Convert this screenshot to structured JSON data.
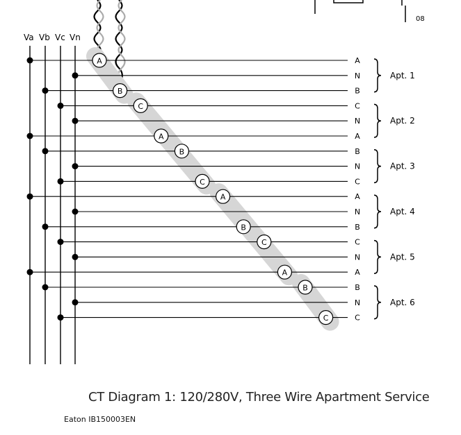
{
  "buses": [
    "Va",
    "Vb",
    "Vc",
    "Vn"
  ],
  "conductors": [
    "A",
    "N",
    "B",
    "C",
    "N",
    "A",
    "B",
    "N",
    "C",
    "A",
    "N",
    "B",
    "C",
    "N",
    "A",
    "B",
    "N",
    "C"
  ],
  "apartments": [
    "Apt. 1",
    "Apt. 2",
    "Apt. 3",
    "Apt. 4",
    "Apt. 5",
    "Apt. 6"
  ],
  "current_transformers": [
    "A",
    "B",
    "C",
    "A",
    "B",
    "C",
    "A",
    "B",
    "C",
    "A",
    "B",
    "C"
  ],
  "corner_text": "08",
  "caption": "CT Diagram 1: 120/280V, Three Wire Apartment Service",
  "source": "Eaton IB150003EN"
}
